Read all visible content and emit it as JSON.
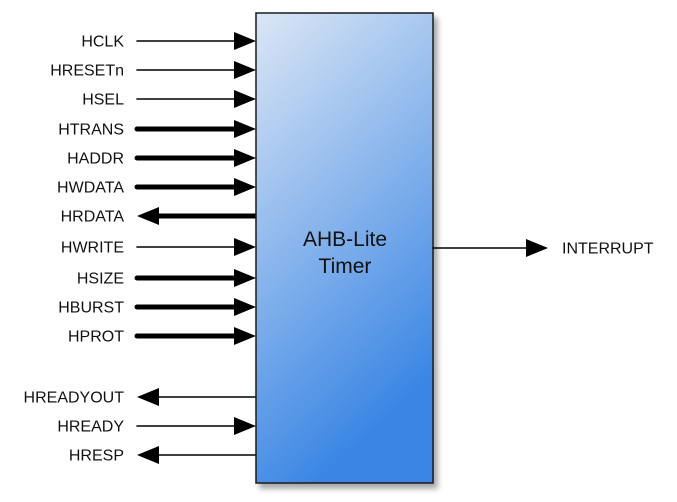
{
  "block": {
    "title_line1": "AHB-Lite",
    "title_line2": "Timer",
    "fill_top": "#dbe6f5",
    "fill_bottom": "#3a86e4"
  },
  "signals": [
    {
      "label": "HCLK",
      "direction": "in",
      "width": "single"
    },
    {
      "label": "HRESETn",
      "direction": "in",
      "width": "single"
    },
    {
      "label": "HSEL",
      "direction": "in",
      "width": "single"
    },
    {
      "label": "HTRANS",
      "direction": "in",
      "width": "bus"
    },
    {
      "label": "HADDR",
      "direction": "in",
      "width": "bus"
    },
    {
      "label": "HWDATA",
      "direction": "in",
      "width": "bus"
    },
    {
      "label": "HRDATA",
      "direction": "out",
      "width": "bus"
    },
    {
      "label": "HWRITE",
      "direction": "in",
      "width": "single"
    },
    {
      "label": "HSIZE",
      "direction": "in",
      "width": "bus"
    },
    {
      "label": "HBURST",
      "direction": "in",
      "width": "bus"
    },
    {
      "label": "HPROT",
      "direction": "in",
      "width": "bus"
    },
    {
      "label": "HREADYOUT",
      "direction": "out",
      "width": "single"
    },
    {
      "label": "HREADY",
      "direction": "in",
      "width": "single"
    },
    {
      "label": "HRESP",
      "direction": "out",
      "width": "single"
    }
  ],
  "output_signal": {
    "label": "INTERRUPT",
    "direction": "out",
    "width": "single"
  },
  "colors": {
    "line": "#000000",
    "border": "#1a1a1a"
  }
}
